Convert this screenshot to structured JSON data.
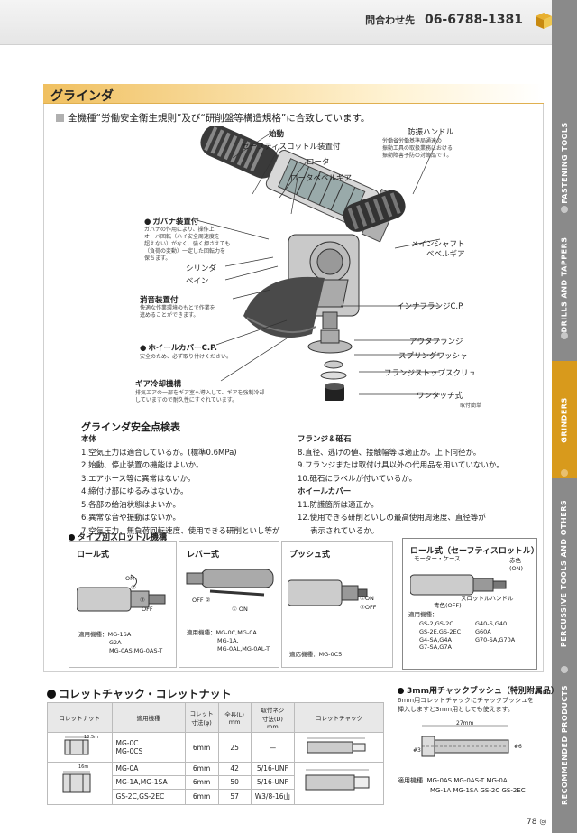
{
  "header": {
    "contact_label": "問合わせ先",
    "phone": "06-6788-1381"
  },
  "sidebar": {
    "tabs": [
      {
        "label": "FASTENING TOOLS"
      },
      {
        "label": "DRILLS AND TAPPERS"
      },
      {
        "label": "GRINDERS",
        "active": true
      },
      {
        "label": "PERCUSSIVE TOOLS AND OTHERS"
      },
      {
        "label": "RECOMMENDED PRODUCTS"
      }
    ]
  },
  "section": {
    "title": "グラインダ",
    "tagline": "全機種“労働安全衛生規則”及び“研削盤等構造規格”に合致しています。"
  },
  "callouts": {
    "start": "始動",
    "safety_throttle": "セーフティスロットル装置付",
    "rotor": "ロータ",
    "rotor_bevel": "ロータベベルギア",
    "handle": "防振ハンドル",
    "handle_note": "労働省労働基準局通達の\n振動工具の取扱業務における\n振動障害予防の対策品です。",
    "governor": "ガバナ装置付",
    "governor_note": "ガバナの作用により、操作上\nオーバ回転（ハイ安全周速度を\n超えない）がなく、強く押さえても\n（負荷の変動）一定した回転力を\n保ちます。",
    "cylinder": "シリンダ",
    "vane": "ベイン",
    "muffler": "消音装置付",
    "muffler_note": "快適な作業環境のもとで作業を\n進めることができます。",
    "wheel_cover": "ホイールカバーC.P.",
    "wheel_cover_note": "安全のため、必ず取り付けください。",
    "gear_cooling": "ギア冷却機構",
    "gear_cooling_note": "排気エアの一部をギア室へ導入して、ギアを強制冷却\nしていますので耐久性にすぐれています。",
    "main_shaft": "メインシャフト\nベベルギア",
    "inner_flange": "インナフランジC.P.",
    "outer_flange": "アウタフランジ",
    "spring_washer": "スプリングワッシャ",
    "flange_screw": "フランジストップスクリュ",
    "one_touch": "ワンタッチ式",
    "one_touch_note": "取付簡単"
  },
  "inspection": {
    "title": "グラインダ安全点検表",
    "body_heading": "本体",
    "body_items": [
      "1.空気圧力は適合しているか。(標準0.6MPa)",
      "2.始動、停止装置の機能はよいか。",
      "3.エアホース等に異常はないか。",
      "4.締付け部にゆるみはないか。",
      "5.各部の給油状態はよいか。",
      "6.異常な音や振動はないか。",
      "7.空気圧力、無負荷回転速度、使用できる研削といし等が"
    ],
    "body_item7_cont": "表示されているか。",
    "flange_heading": "フランジ＆砥石",
    "flange_items": [
      "8.直径、逃げの値、接触幅等は適正か。上下同径か。",
      "9.フランジまたは取付け具以外の代用品を用いていないか。",
      "10.砥石にラベルが付いているか。"
    ],
    "cover_heading": "ホイールカバー",
    "cover_items": [
      "11.防護箇所は適正か。",
      "12.使用できる研削といしの最高使用周速度、直径等が"
    ],
    "cover_item12_cont": "表示されているか。"
  },
  "throttle": {
    "title": "タイプ別スロットル機構",
    "roll": {
      "title": "ロール式",
      "on": "ON",
      "c1": "①",
      "c2": "②",
      "off": "OFF",
      "models_label": "適用機種：MG-1SA",
      "models": "G2A\nMG-0AS,MG-0AS-T"
    },
    "lever": {
      "title": "レバー式",
      "off": "OFF ②",
      "on": "① ON",
      "models_label": "適用機種：MG-0C,MG-0A",
      "models": "MG-1A,\nMG-0AL,MG-0AL-T"
    },
    "push": {
      "title": "プッシュ式",
      "on": "①ON",
      "off": "②OFF",
      "models_label": "適応機種：MG-0C5"
    },
    "safety": {
      "title": "ロール式（セーフティスロットル）",
      "motor_case": "モーター・ケース",
      "red": "赤色\n(ON)",
      "blue": "青色(OFF)",
      "handle": "スロットルハンドル",
      "models_label": "適用機種：",
      "models_left": "GS-2,GS-2C\nGS-2E,GS-2EC\nG4-SA,G4A\nG7-SA,G7A",
      "models_right": "G40-S,G40\nG60A\nG70-SA,G70A"
    }
  },
  "collet": {
    "title": "コレットチャック・コレットナット",
    "headers": [
      "コレットナット",
      "適用機種",
      "コレット\n寸法(φ)",
      "全長(L)\nmm",
      "取付ネジ\n寸法(D)\nmm",
      "コレットチャック"
    ],
    "rows": [
      {
        "models": "MG-0C\nMG-0CS",
        "size": "6mm",
        "length": "25",
        "thread": "—"
      },
      {
        "models": "MG-0A",
        "size": "6mm",
        "length": "42",
        "thread": "5/16-UNF"
      },
      {
        "models": "MG-1A,MG-1SA",
        "size": "6mm",
        "length": "50",
        "thread": "5/16-UNF"
      },
      {
        "models": "GS-2C,GS-2EC",
        "size": "6mm",
        "length": "57",
        "thread": "W3/8-16山"
      }
    ],
    "nut_dim_a": "13.5m",
    "nut_dim_b": "16m"
  },
  "chuck": {
    "title": "3mm用チャックブッシュ（特別附属品）",
    "desc": "6mm用コレットチャックにチャックブッシュを\n挿入しますと3mm用としても使えます。",
    "dim_len": "27mm",
    "dim_small": "#3",
    "dim_big": "#6",
    "models_label": "適用機種",
    "models_line1": "MG-0AS  MG-0AS-T  MG-0A",
    "models_line2": "MG-1A  MG-1SA  GS-2C  GS-2EC"
  },
  "footer": {
    "page": "78"
  },
  "colors": {
    "accent": "#d89a1c",
    "sidebar": "#8a8a8a"
  }
}
